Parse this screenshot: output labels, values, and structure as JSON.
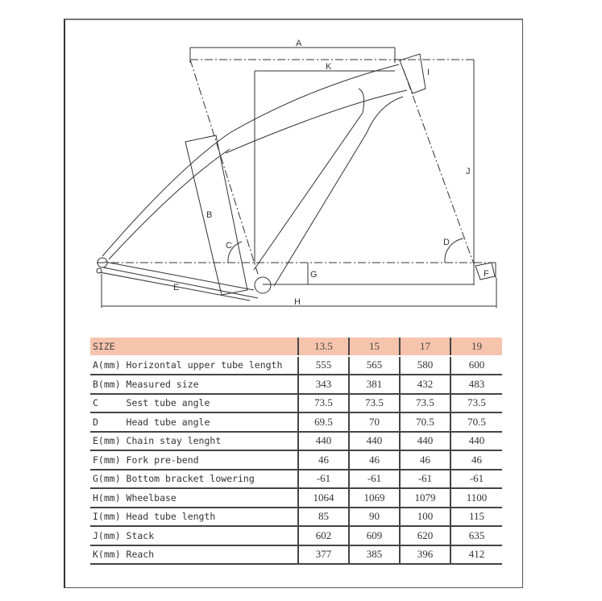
{
  "diagram": {
    "type": "bicycle frame geometry",
    "labels": [
      "A",
      "B",
      "C",
      "D",
      "E",
      "F",
      "G",
      "H",
      "I",
      "J",
      "K"
    ]
  },
  "table": {
    "header": {
      "label": "SIZE",
      "sizes": [
        "13.5",
        "15",
        "17",
        "19"
      ]
    },
    "rows": [
      {
        "label": "A(mm) Horizontal upper tube length",
        "values": [
          "555",
          "565",
          "580",
          "600"
        ]
      },
      {
        "label": "B(mm) Measured size",
        "values": [
          "343",
          "381",
          "432",
          "483"
        ]
      },
      {
        "label": "C     Sest tube angle",
        "values": [
          "73.5",
          "73.5",
          "73.5",
          "73.5"
        ]
      },
      {
        "label": "D     Head tube angle",
        "values": [
          "69.5",
          "70",
          "70.5",
          "70.5"
        ]
      },
      {
        "label": "E(mm) Chain stay lenght",
        "values": [
          "440",
          "440",
          "440",
          "440"
        ]
      },
      {
        "label": "F(mm) Fork pre-bend",
        "values": [
          "46",
          "46",
          "46",
          "46"
        ]
      },
      {
        "label": "G(mm) Bottom bracket lowering",
        "values": [
          "-61",
          "-61",
          "-61",
          "-61"
        ]
      },
      {
        "label": "H(mm) Wheelbase",
        "values": [
          "1064",
          "1069",
          "1079",
          "1100"
        ]
      },
      {
        "label": "I(mm) Head tube length",
        "values": [
          "85",
          "90",
          "100",
          "115"
        ]
      },
      {
        "label": "J(mm) Stack",
        "values": [
          "602",
          "609",
          "620",
          "635"
        ]
      },
      {
        "label": "K(mm) Reach",
        "values": [
          "377",
          "385",
          "396",
          "412"
        ]
      }
    ]
  },
  "colors": {
    "header_bg": "#f6c4ac",
    "line": "#333333"
  }
}
